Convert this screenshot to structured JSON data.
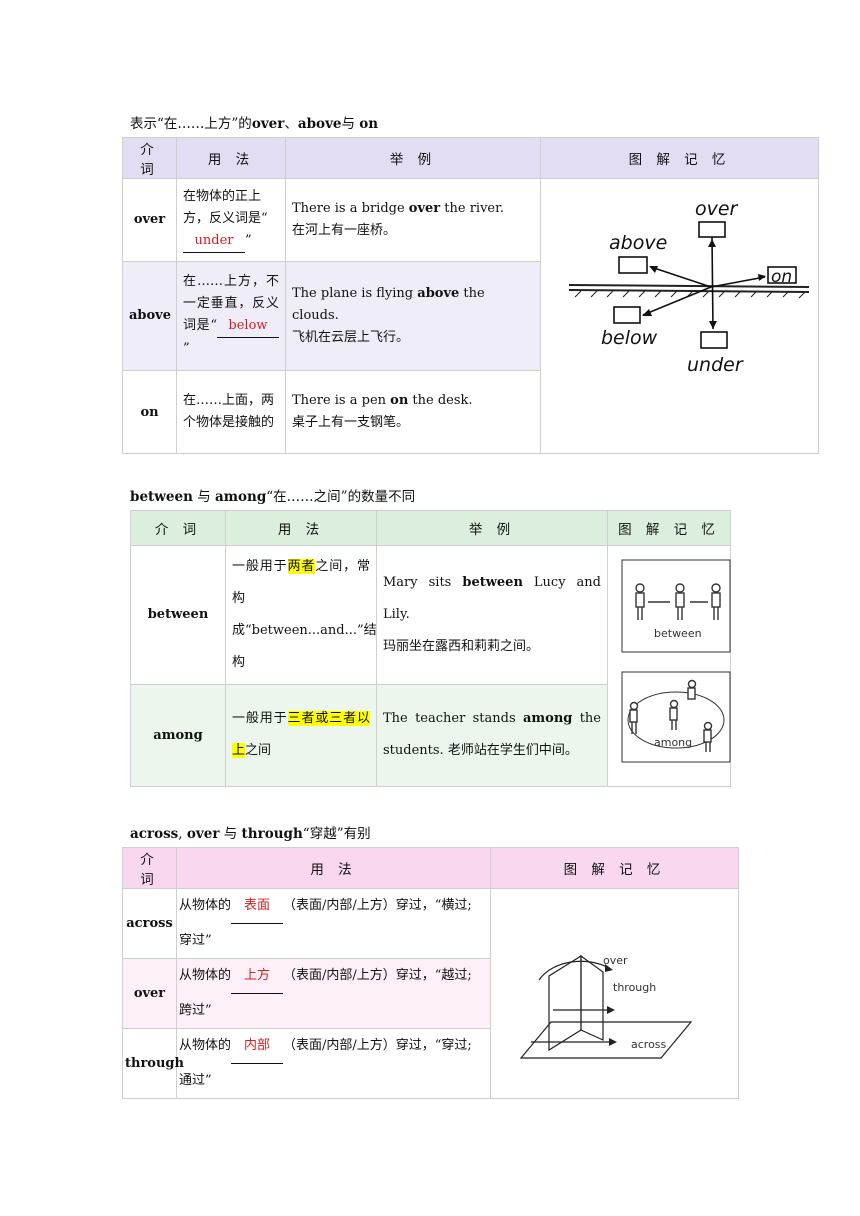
{
  "section1": {
    "heading_pre": "表示“在……上方”的",
    "heading_w1": "over",
    "heading_sep": "、",
    "heading_w2": "above",
    "heading_and": "与",
    "heading_w3": "on",
    "headers": [
      "介 词",
      "用 法",
      "举 例",
      "图 解 记 忆"
    ],
    "rows": [
      {
        "prep": "over",
        "usage_pre": "在物体的正上方，反义词是“",
        "answer": "under",
        "usage_post": "”",
        "ex_pre": "There is a bridge ",
        "ex_bold": "over",
        "ex_post": " the river.",
        "ex_cn": "在河上有一座桥。"
      },
      {
        "prep": "above",
        "usage_pre": "在……上方，不一定垂直，反义词是“",
        "answer": "below",
        "usage_post": "”",
        "ex_pre": "The plane is flying ",
        "ex_bold": "above",
        "ex_post": " the clouds.",
        "ex_cn": "飞机在云层上飞行。"
      },
      {
        "prep": "on",
        "usage": "在……上面，两个物体是接触的",
        "ex_pre": "There is a pen ",
        "ex_bold": "on",
        "ex_post": " the desk.",
        "ex_cn": "桌子上有一支钢笔。"
      }
    ],
    "diagram_labels": {
      "over": "over",
      "above": "above",
      "on": "on",
      "below": "below",
      "under": "under"
    }
  },
  "section2": {
    "heading_w1": "between",
    "heading_and": "与",
    "heading_w2": "among",
    "heading_post": "“在……之间”的数量不同",
    "headers": [
      "介 词",
      "用 法",
      "举 例",
      "图 解 记 忆"
    ],
    "rows": [
      {
        "prep": "between",
        "usage_pre": "一般用于",
        "usage_hl": "两者",
        "usage_post": "之间，常构成“between...and...”结构",
        "ex_pre": "Mary sits ",
        "ex_bold": "between",
        "ex_post": " Lucy and Lily.",
        "ex_cn": "玛丽坐在露西和莉莉之间。",
        "pic_label": "between"
      },
      {
        "prep": "among",
        "usage_pre": "一般用于",
        "usage_hl": "三者或三者以上",
        "usage_post": "之间",
        "ex_pre": "The teacher stands ",
        "ex_bold": "among",
        "ex_post": " the students.",
        "ex_cn": " 老师站在学生们中间。",
        "pic_label": "among"
      }
    ]
  },
  "section3": {
    "heading_w1": "across",
    "heading_comma": ", ",
    "heading_w2": "over",
    "heading_and": "与",
    "heading_w3": "through",
    "heading_post": "“穿越”有别",
    "headers": [
      "介 词",
      "用 法",
      "图 解 记 忆"
    ],
    "rows": [
      {
        "prep": "across",
        "pre": "从物体的",
        "answer": "表面",
        "post": "（表面/内部/上方）穿过，“横过;穿过”"
      },
      {
        "prep": "over",
        "pre": "从物体的",
        "answer": "上方",
        "post": "（表面/内部/上方）穿过，“越过;跨过”"
      },
      {
        "prep": "through",
        "pre": "从物体的",
        "answer": "内部",
        "post": "（表面/内部/上方）穿过，“穿过;通过”"
      }
    ],
    "diagram_labels": {
      "over": "over",
      "through": "through",
      "across": "across"
    }
  }
}
